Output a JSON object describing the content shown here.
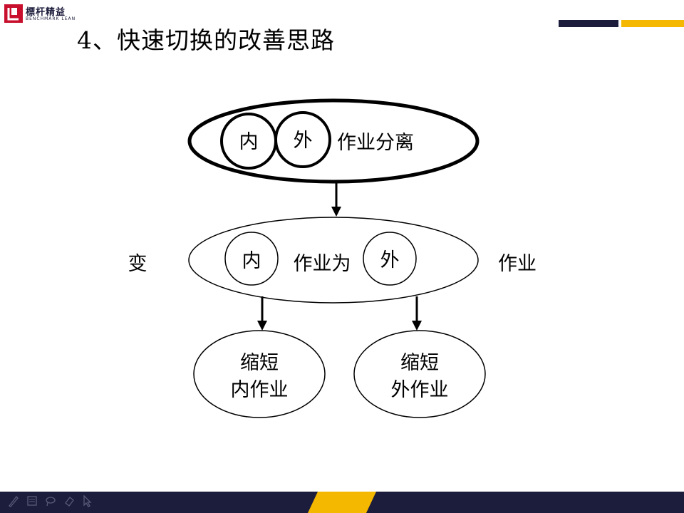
{
  "logo": {
    "text_cn": "標杆精益",
    "text_en": "BENCHMARK LEAN"
  },
  "title": "4、快速切换的改善思路",
  "diagram": {
    "top": {
      "inner": "内",
      "outer": "外",
      "label": "作业分离"
    },
    "middle": {
      "prefix": "变",
      "inner": "内",
      "connector": "作业为",
      "outer": "外",
      "suffix": "作业"
    },
    "bottom_left": {
      "line1": "缩短",
      "line2": "内作业"
    },
    "bottom_right": {
      "line1": "缩短",
      "line2": "外作业"
    }
  },
  "colors": {
    "navy": "#1c1c3c",
    "gold": "#f5b800",
    "logo_red": "#c8102e"
  },
  "toolbar_icons": [
    "pen-icon",
    "slides-icon",
    "lasso-icon",
    "eraser-icon",
    "pointer-icon"
  ]
}
